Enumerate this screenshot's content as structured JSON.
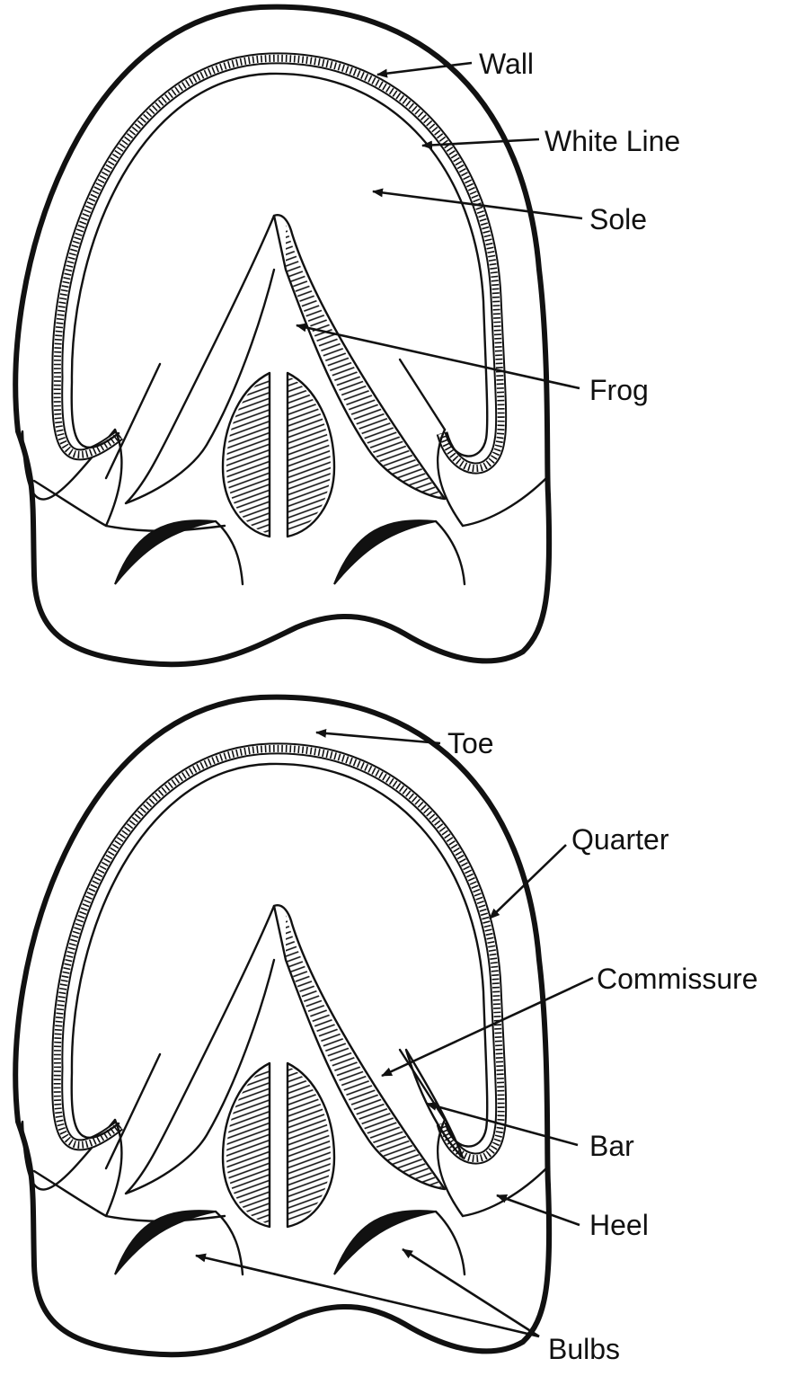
{
  "colors": {
    "ink": "#111111",
    "paper": "#ffffff"
  },
  "diagram_top": {
    "labels": {
      "wall": "Wall",
      "white_line": "White Line",
      "sole": "Sole",
      "frog": "Frog"
    }
  },
  "diagram_bottom": {
    "labels": {
      "toe": "Toe",
      "quarter": "Quarter",
      "commissure": "Commissure",
      "bar": "Bar",
      "heel": "Heel",
      "bulbs": "Bulbs"
    }
  }
}
